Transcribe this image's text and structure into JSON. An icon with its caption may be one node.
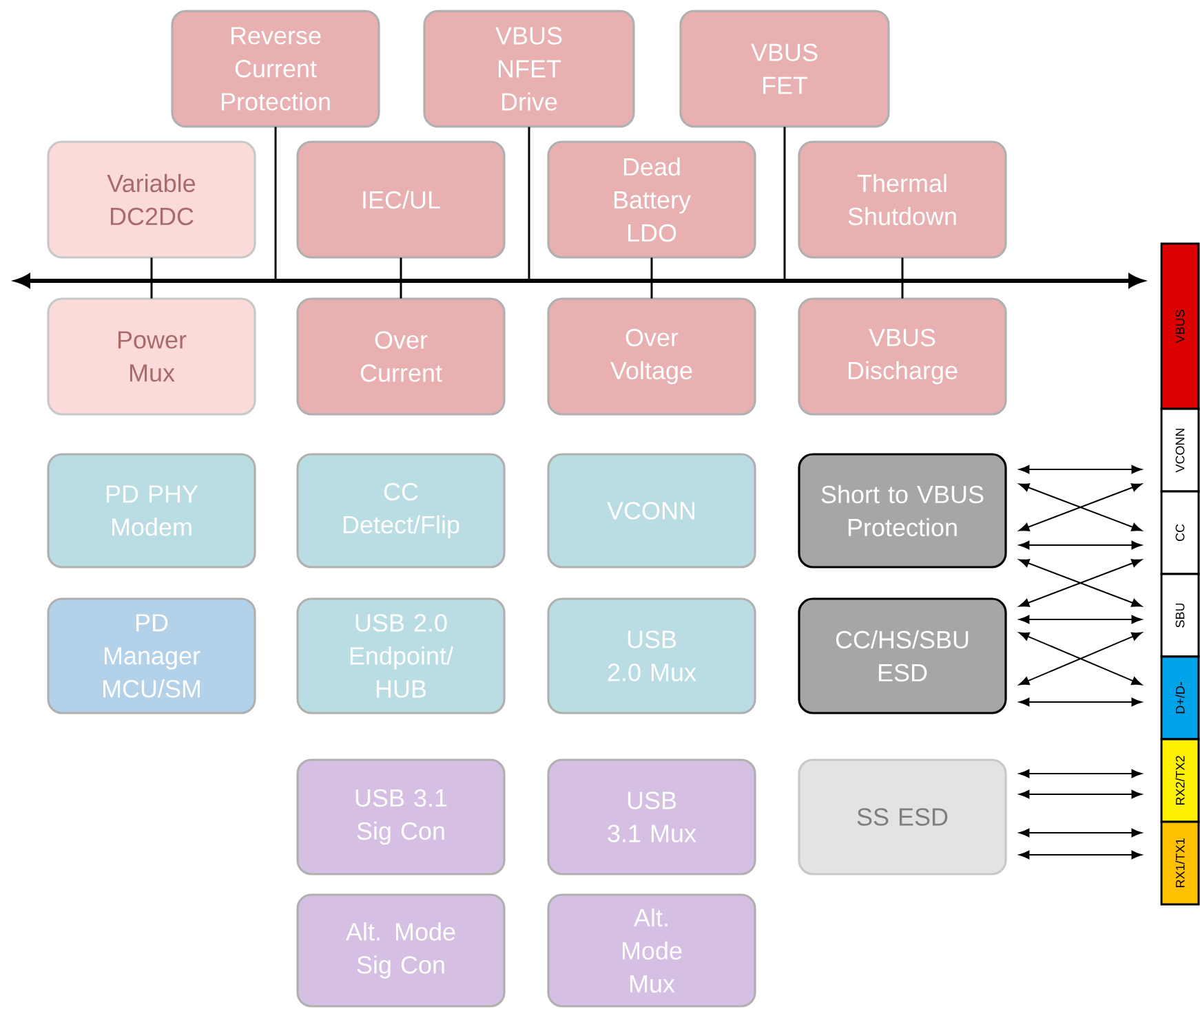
{
  "diagram": {
    "nodes": [
      {
        "text": [
          "Reverse Current Protection"
        ]
      },
      {
        "text": [
          "VBUS NFET Drive"
        ]
      },
      {
        "text": [
          "VBUS FET"
        ]
      },
      {
        "text": [
          "Variable DC2DC"
        ]
      },
      {
        "text": [
          "IEC/UL"
        ]
      },
      {
        "text": [
          "Dead Battery LDO"
        ]
      },
      {
        "text": [
          "Thermal Shutdown"
        ]
      },
      {
        "text": [],
        "shape": "bar"
      },
      {
        "text": [
          "Power Mux"
        ]
      },
      {
        "text": [
          "Over Current"
        ]
      },
      {
        "text": [
          "Over Voltage"
        ]
      },
      {
        "text": [
          "VBUS Discharge"
        ]
      },
      {
        "text": [
          "PD PHY Modem"
        ]
      },
      {
        "text": [
          "CC Detect/Flip"
        ]
      },
      {
        "text": [
          "VCONN"
        ]
      },
      {
        "text": [
          "Short to VBUS Protection"
        ]
      },
      {
        "text": [
          "PD Manager MCU/SM"
        ]
      },
      {
        "text": [
          "USB 2.0 Endpoint/ HUB"
        ]
      },
      {
        "text": [
          "USB 2.0 Mux"
        ]
      },
      {
        "text": [
          "CC/HS/SBU ESD"
        ]
      },
      {
        "text": [
          "USB 3.1 Sig Con"
        ]
      },
      {
        "text": [
          "USB 3.1 Mux"
        ]
      },
      {
        "text": [
          "SS ESD"
        ]
      },
      {
        "text": [
          "Alt. Mode Sig Con"
        ]
      },
      {
        "text": [
          "Alt. Mode Mux"
        ]
      },
      {
        "text": [
          "VBUS"
        ]
      },
      {
        "text": [
          "VCONN"
        ]
      },
      {
        "text": [
          "CC"
        ]
      },
      {
        "text": [
          "SBU"
        ]
      },
      {
        "text": [
          "D+/D-"
        ]
      },
      {
        "text": [
          "RX2/TX2"
        ]
      },
      {
        "text": [
          "RX1/TX1"
        ]
      }
    ],
    "edges": [
      {
        "from": 0,
        "to": 7,
        "arrow": "none"
      },
      {
        "from": 1,
        "to": 7,
        "arrow": "none"
      },
      {
        "from": 2,
        "to": 7,
        "arrow": "none"
      },
      {
        "from": 3,
        "to": 7,
        "arrow": "none"
      },
      {
        "from": 4,
        "to": 7,
        "arrow": "none"
      },
      {
        "from": 5,
        "to": 7,
        "arrow": "none"
      },
      {
        "from": 6,
        "to": 7,
        "arrow": "none"
      },
      {
        "from": 8,
        "to": 7,
        "arrow": "none"
      },
      {
        "from": 9,
        "to": 7,
        "arrow": "none"
      },
      {
        "from": 10,
        "to": 7,
        "arrow": "none"
      },
      {
        "from": 11,
        "to": 7,
        "arrow": "none"
      },
      {
        "from": 15,
        "to": 26,
        "arrow": "both"
      },
      {
        "from": 15,
        "to": 27,
        "arrow": "both"
      },
      {
        "from": 15,
        "to": 26,
        "arrow": "both"
      },
      {
        "from": 15,
        "to": 27,
        "arrow": "both"
      },
      {
        "from": 15,
        "to": 28,
        "arrow": "both"
      },
      {
        "from": 19,
        "to": 27,
        "arrow": "both"
      },
      {
        "from": 19,
        "to": 28,
        "arrow": "both"
      },
      {
        "from": 19,
        "to": 29,
        "arrow": "both"
      },
      {
        "from": 19,
        "to": 28,
        "arrow": "both"
      },
      {
        "from": 19,
        "to": 29,
        "arrow": "both"
      },
      {
        "from": 22,
        "to": 30,
        "arrow": "both"
      },
      {
        "from": 22,
        "to": 30,
        "arrow": "both"
      },
      {
        "from": 22,
        "to": 31,
        "arrow": "both"
      },
      {
        "from": 22,
        "to": 31,
        "arrow": "both"
      }
    ]
  }
}
